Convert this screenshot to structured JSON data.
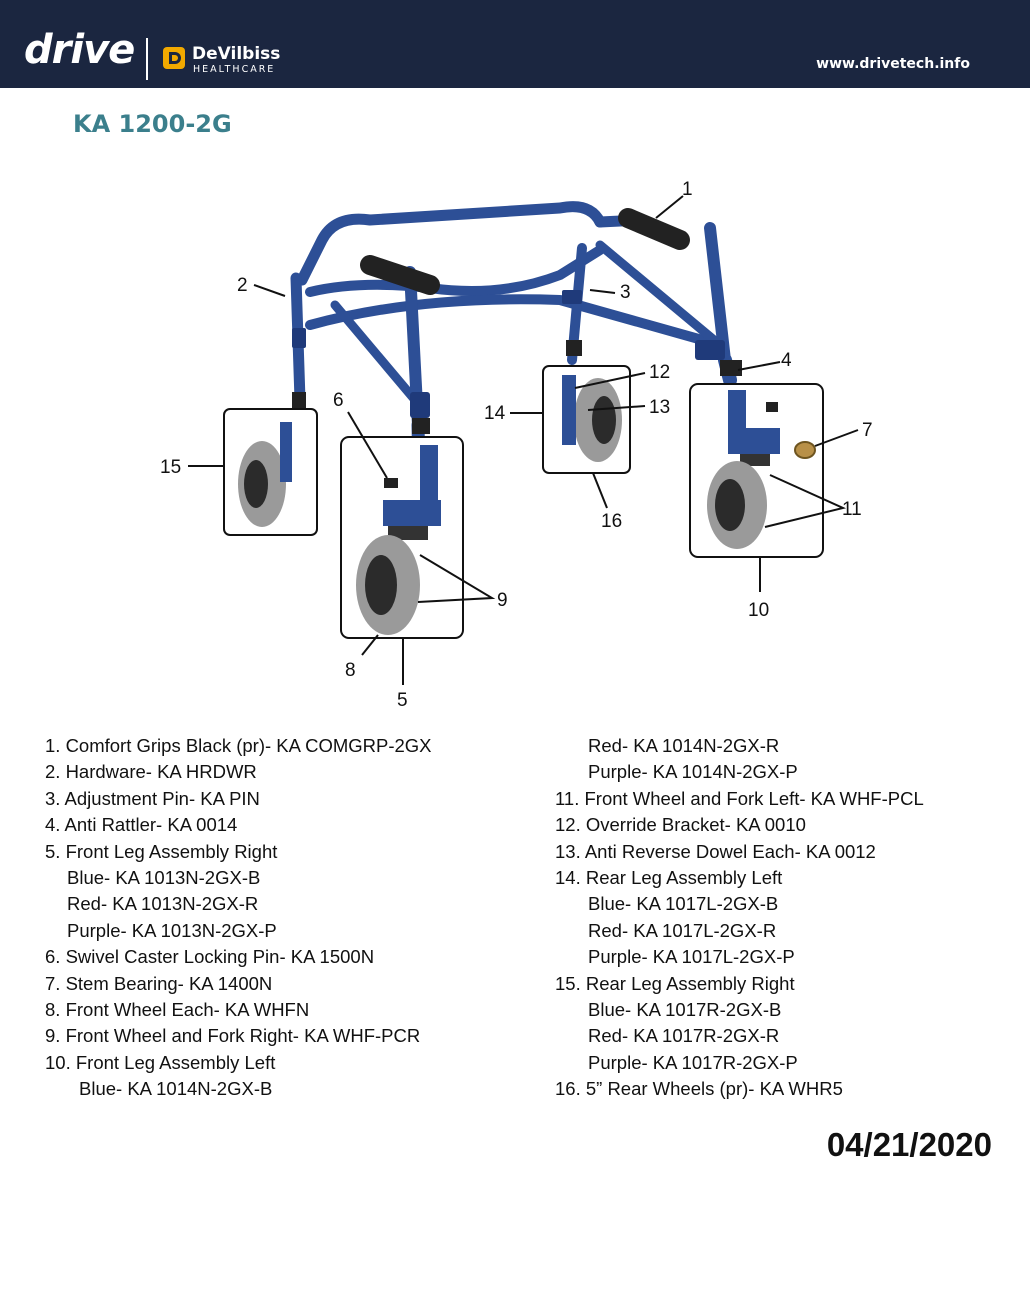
{
  "header": {
    "logo_drive": "drive",
    "logo_devilbiss_name": "DeVilbiss",
    "logo_devilbiss_sub": "HEALTHCARE",
    "website": "www.drivetech.info",
    "background_color": "#1b2640",
    "accent_color": "#f2a900"
  },
  "model_title": "KA 1200-2G",
  "diagram": {
    "callouts": [
      "1",
      "2",
      "3",
      "4",
      "5",
      "6",
      "7",
      "8",
      "9",
      "10",
      "11",
      "12",
      "13",
      "14",
      "15",
      "16"
    ]
  },
  "parts_left": [
    {
      "text": "1. Comfort Grips Black (pr)- KA COMGRP-2GX"
    },
    {
      "text": "2. Hardware- KA HRDWR"
    },
    {
      "text": "3. Adjustment Pin- KA PIN"
    },
    {
      "text": "4. Anti Rattler- KA 0014"
    },
    {
      "text": "5. Front Leg Assembly Right"
    },
    {
      "text": "Blue- KA 1013N-2GX-B"
    },
    {
      "text": "Red- KA 1013N-2GX-R"
    },
    {
      "text": "Purple- KA 1013N-2GX-P"
    },
    {
      "text": "6. Swivel Caster Locking Pin- KA 1500N"
    },
    {
      "text": "7. Stem Bearing- KA 1400N"
    },
    {
      "text": "8. Front Wheel Each- KA WHFN"
    },
    {
      "text": "9. Front Wheel and Fork Right- KA WHF-PCR"
    },
    {
      "text": "10. Front Leg Assembly Left"
    },
    {
      "text": "Blue- KA 1014N-2GX-B"
    }
  ],
  "parts_right": [
    {
      "text": "Red- KA 1014N-2GX-R"
    },
    {
      "text": "Purple- KA 1014N-2GX-P"
    },
    {
      "text": "11. Front Wheel and Fork Left- KA WHF-PCL"
    },
    {
      "text": "12. Override Bracket- KA 0010"
    },
    {
      "text": "13. Anti Reverse Dowel Each- KA 0012"
    },
    {
      "text": "14. Rear Leg Assembly Left"
    },
    {
      "text": "Blue- KA 1017L-2GX-B"
    },
    {
      "text": "Red- KA 1017L-2GX-R"
    },
    {
      "text": "Purple- KA 1017L-2GX-P"
    },
    {
      "text": "15. Rear Leg Assembly Right"
    },
    {
      "text": "Blue- KA 1017R-2GX-B"
    },
    {
      "text": "Red- KA 1017R-2GX-R"
    },
    {
      "text": "Purple- KA 1017R-2GX-P"
    },
    {
      "text": "16. 5” Rear Wheels (pr)- KA WHR5"
    }
  ],
  "date": "04/21/2020"
}
